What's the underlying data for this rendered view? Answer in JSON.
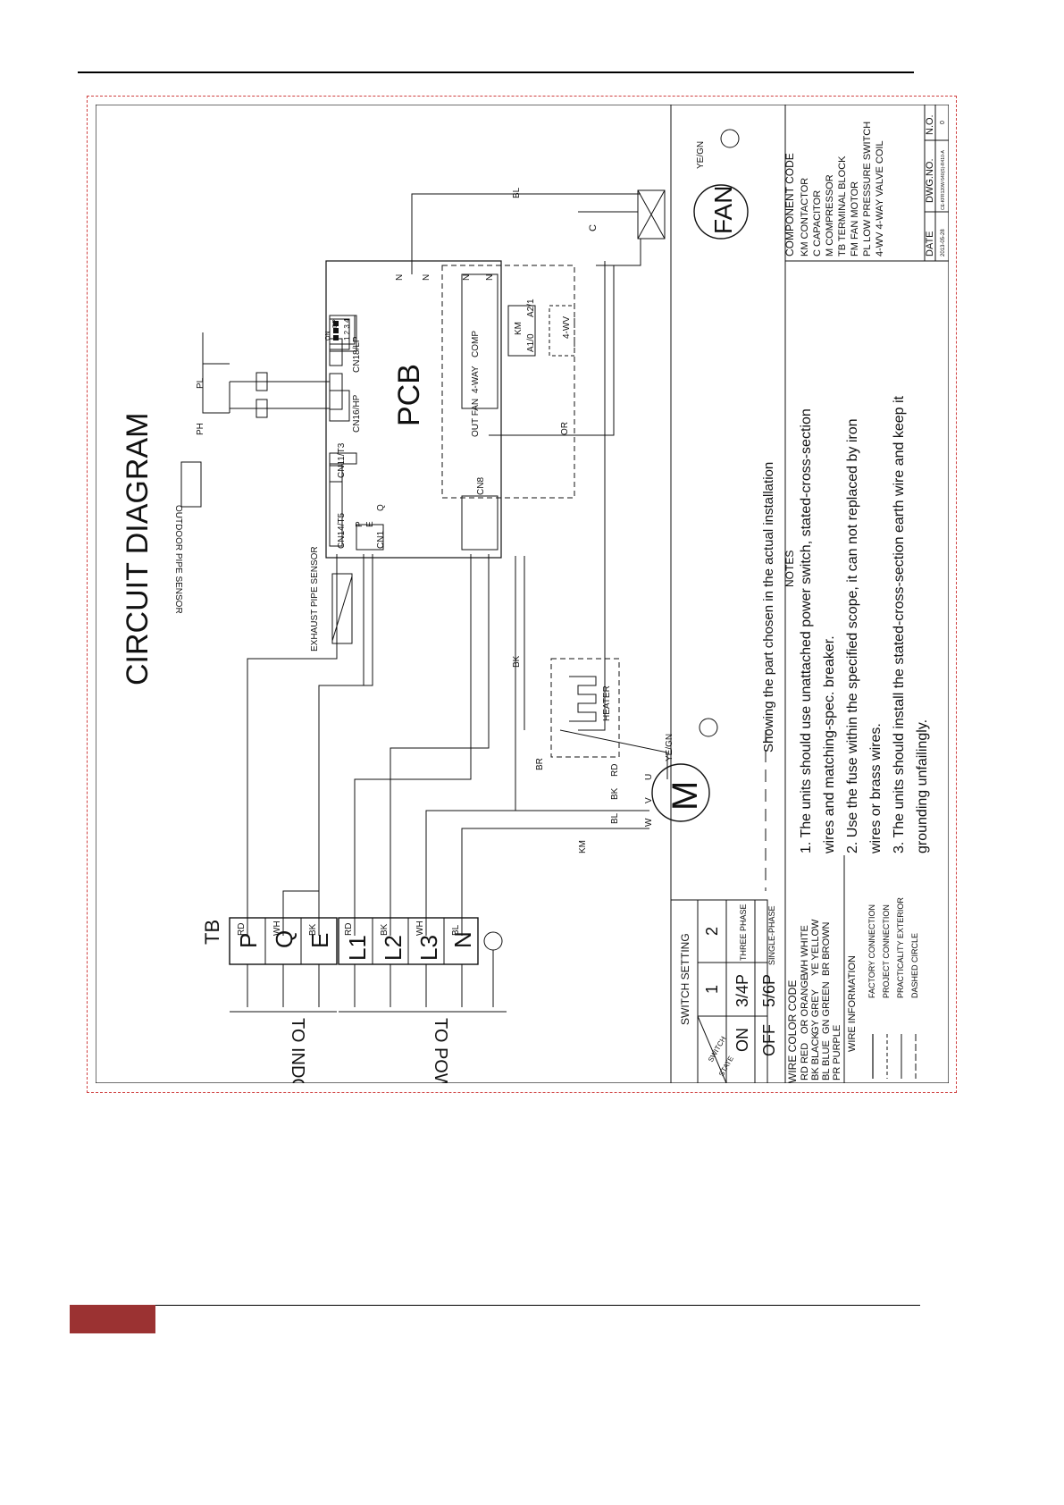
{
  "colors": {
    "accent": "#9b3232",
    "frame_dash": "#d04040",
    "ink": "#111111"
  },
  "diagram": {
    "title": "CIRCUIT DIAGRAM",
    "pcb_label": "PCB",
    "tb_label": "TB",
    "to_indoor": "TO INDOOR",
    "to_power": "TO POWER",
    "indoor_terminals": [
      "P",
      "Q",
      "E"
    ],
    "indoor_wire_colors": [
      "RD",
      "WH",
      "BK"
    ],
    "power_terminals": [
      "L1",
      "L2",
      "L3",
      "N"
    ],
    "power_wire_colors": [
      "RD",
      "BK",
      "WH",
      "BL"
    ],
    "pcb_connectors": [
      "CN14/T5",
      "CN11/T3",
      "CN16/HP",
      "CN18/LP",
      "CN1",
      "CN8"
    ],
    "pcb_pins": [
      "P",
      "E",
      "Q"
    ],
    "pcb_outputs": [
      "OUT FAN",
      "4-WAY",
      "COMP"
    ],
    "pcb_n_labels": [
      "N",
      "N",
      "N",
      "N"
    ],
    "dip": {
      "positions": "1 2 3 4",
      "on": "ON",
      "dp": "DP"
    },
    "sensors": {
      "exhaust": "EXHAUST PIPE SENSOR",
      "outdoor": "OUTDOOR PIPE SENSOR"
    },
    "switches": {
      "ph": "PH",
      "pl": "PL"
    },
    "heater": "HEATER",
    "km": {
      "label": "KM",
      "a1": "A1/0",
      "a2": "A2/1"
    },
    "fourwv": "4-WV",
    "fan": "FAN",
    "motor": "M",
    "motor_terminals": [
      "U",
      "V",
      "W"
    ],
    "motor_km": "KM",
    "wires": {
      "bl": "BL",
      "bk": "BK",
      "or": "OR",
      "rd": "RD",
      "br": "BR",
      "yegn": "YE/GN",
      "c": "C"
    },
    "showing_note": "Showing the part chosen in the actual installation"
  },
  "switch_setting": {
    "title": "SWITCH SETTING",
    "corner_switch": "SWITCH",
    "corner_state": "STATE",
    "col_1": "1",
    "col_2": "2",
    "rows": [
      {
        "state": "ON",
        "v1": "3/4P",
        "v2": "THREE PHASE"
      },
      {
        "state": "OFF",
        "v1": "5/6P",
        "v2": "SINGLE-PHASE"
      }
    ]
  },
  "wire_color_code": {
    "title": "WIRE COLOR CODE",
    "items": [
      "RD RED",
      "OR ORANGE",
      "WH WHITE",
      "BK BLACK",
      "GY GREY",
      "YE YELLOW",
      "BL BLUE",
      "GN GREEN",
      "BR BROWN",
      "PR PURPLE"
    ]
  },
  "wire_information": {
    "title": "WIRE INFORMATION",
    "items": [
      "FACTORY CONNECTION",
      "PROJECT CONNECTION",
      "PRACTICALITY EXTERIOR",
      "DASHED CIRCLE"
    ]
  },
  "notes": {
    "title": "NOTES",
    "lines": [
      "1. The units should use unattached power switch, stated-cross-section",
      "wires and matching-spec. breaker.",
      "2. Use the fuse within the specified scope, it can not replaced by iron",
      "wires or brass wires.",
      "3. The units should install the stated-cross-section earth wire and keep it",
      "grounding unfailingly."
    ]
  },
  "component_code": {
    "title": "COMPONENT CODE",
    "items": [
      "KM   CONTACTOR",
      "C    CAPACITOR",
      "M    COMPRESSOR",
      "TB   TERMINAL BLOCK",
      "FM  FAN MOTOR",
      "PL   LOW PRESSURE SWITCH",
      "4-WV  4-WAY VALVE COIL"
    ]
  },
  "title_block": {
    "date_label": "DATE",
    "date_value": "2013-05-28",
    "dwg_label": "DWG.NO.",
    "dwg_value": "CE-KFR120W-540(S)-R410-A",
    "no_label": "N.O.",
    "no_value": "0"
  }
}
